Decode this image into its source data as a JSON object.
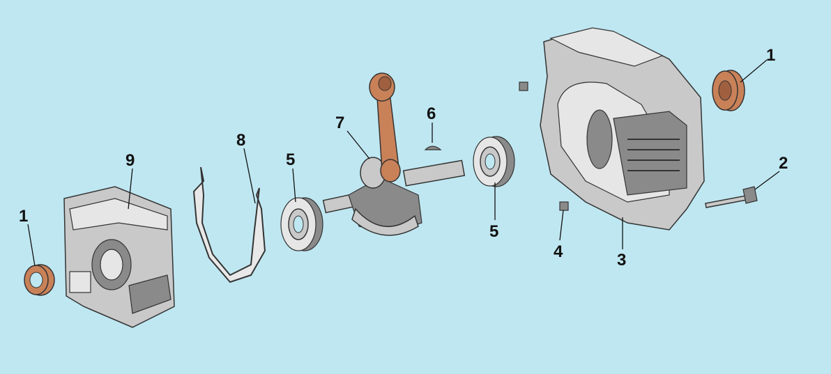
{
  "diagram": {
    "background_color": "#bfe7f1",
    "seal_color": "#c98158",
    "callouts": [
      {
        "id": "seal-left",
        "number": "1"
      },
      {
        "id": "crankcase-left",
        "number": "9"
      },
      {
        "id": "gasket",
        "number": "8"
      },
      {
        "id": "bearing-left",
        "number": "5"
      },
      {
        "id": "crankshaft-conrod",
        "number": "7"
      },
      {
        "id": "woodruff-key",
        "number": "6"
      },
      {
        "id": "bearing-right",
        "number": "5"
      },
      {
        "id": "dowel",
        "number": "4"
      },
      {
        "id": "crankcase-right",
        "number": "3"
      },
      {
        "id": "seal-right",
        "number": "1"
      },
      {
        "id": "bolt",
        "number": "2"
      }
    ]
  }
}
